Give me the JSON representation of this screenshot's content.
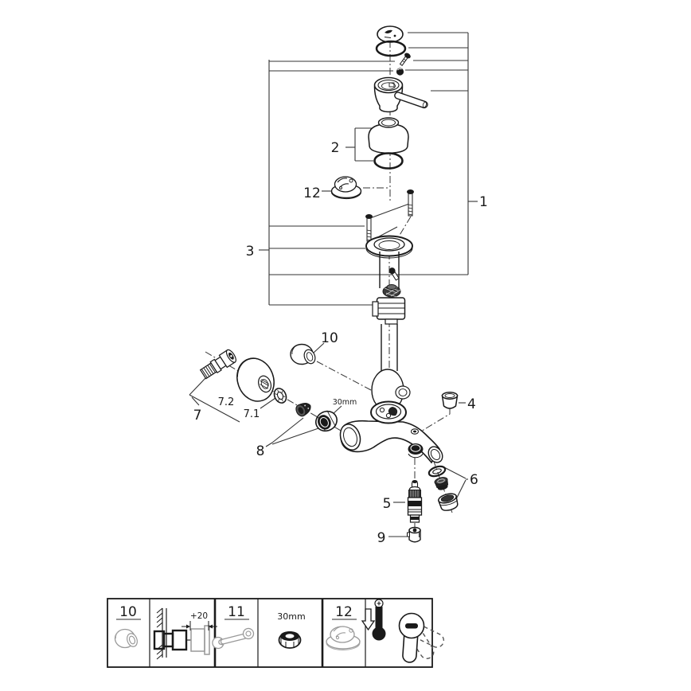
{
  "diagram": {
    "part_labels": {
      "p1": "1",
      "p2": "2",
      "p3": "3",
      "p4": "4",
      "p5": "5",
      "p6": "6",
      "p7": "7",
      "p7_1": "7.1",
      "p7_2": "7.2",
      "p8": "8",
      "p9": "9",
      "p10": "10",
      "p12": "12"
    },
    "annotations": {
      "nut_size": "30mm"
    }
  },
  "legend": {
    "ref10": "10",
    "wall_offset": "+20",
    "ref11": "11",
    "nut_size": "30mm",
    "ref12": "12"
  },
  "colors": {
    "line": "#1a1a1a",
    "leader": "#333333",
    "tool_gray": "#999999",
    "background": "#ffffff"
  }
}
